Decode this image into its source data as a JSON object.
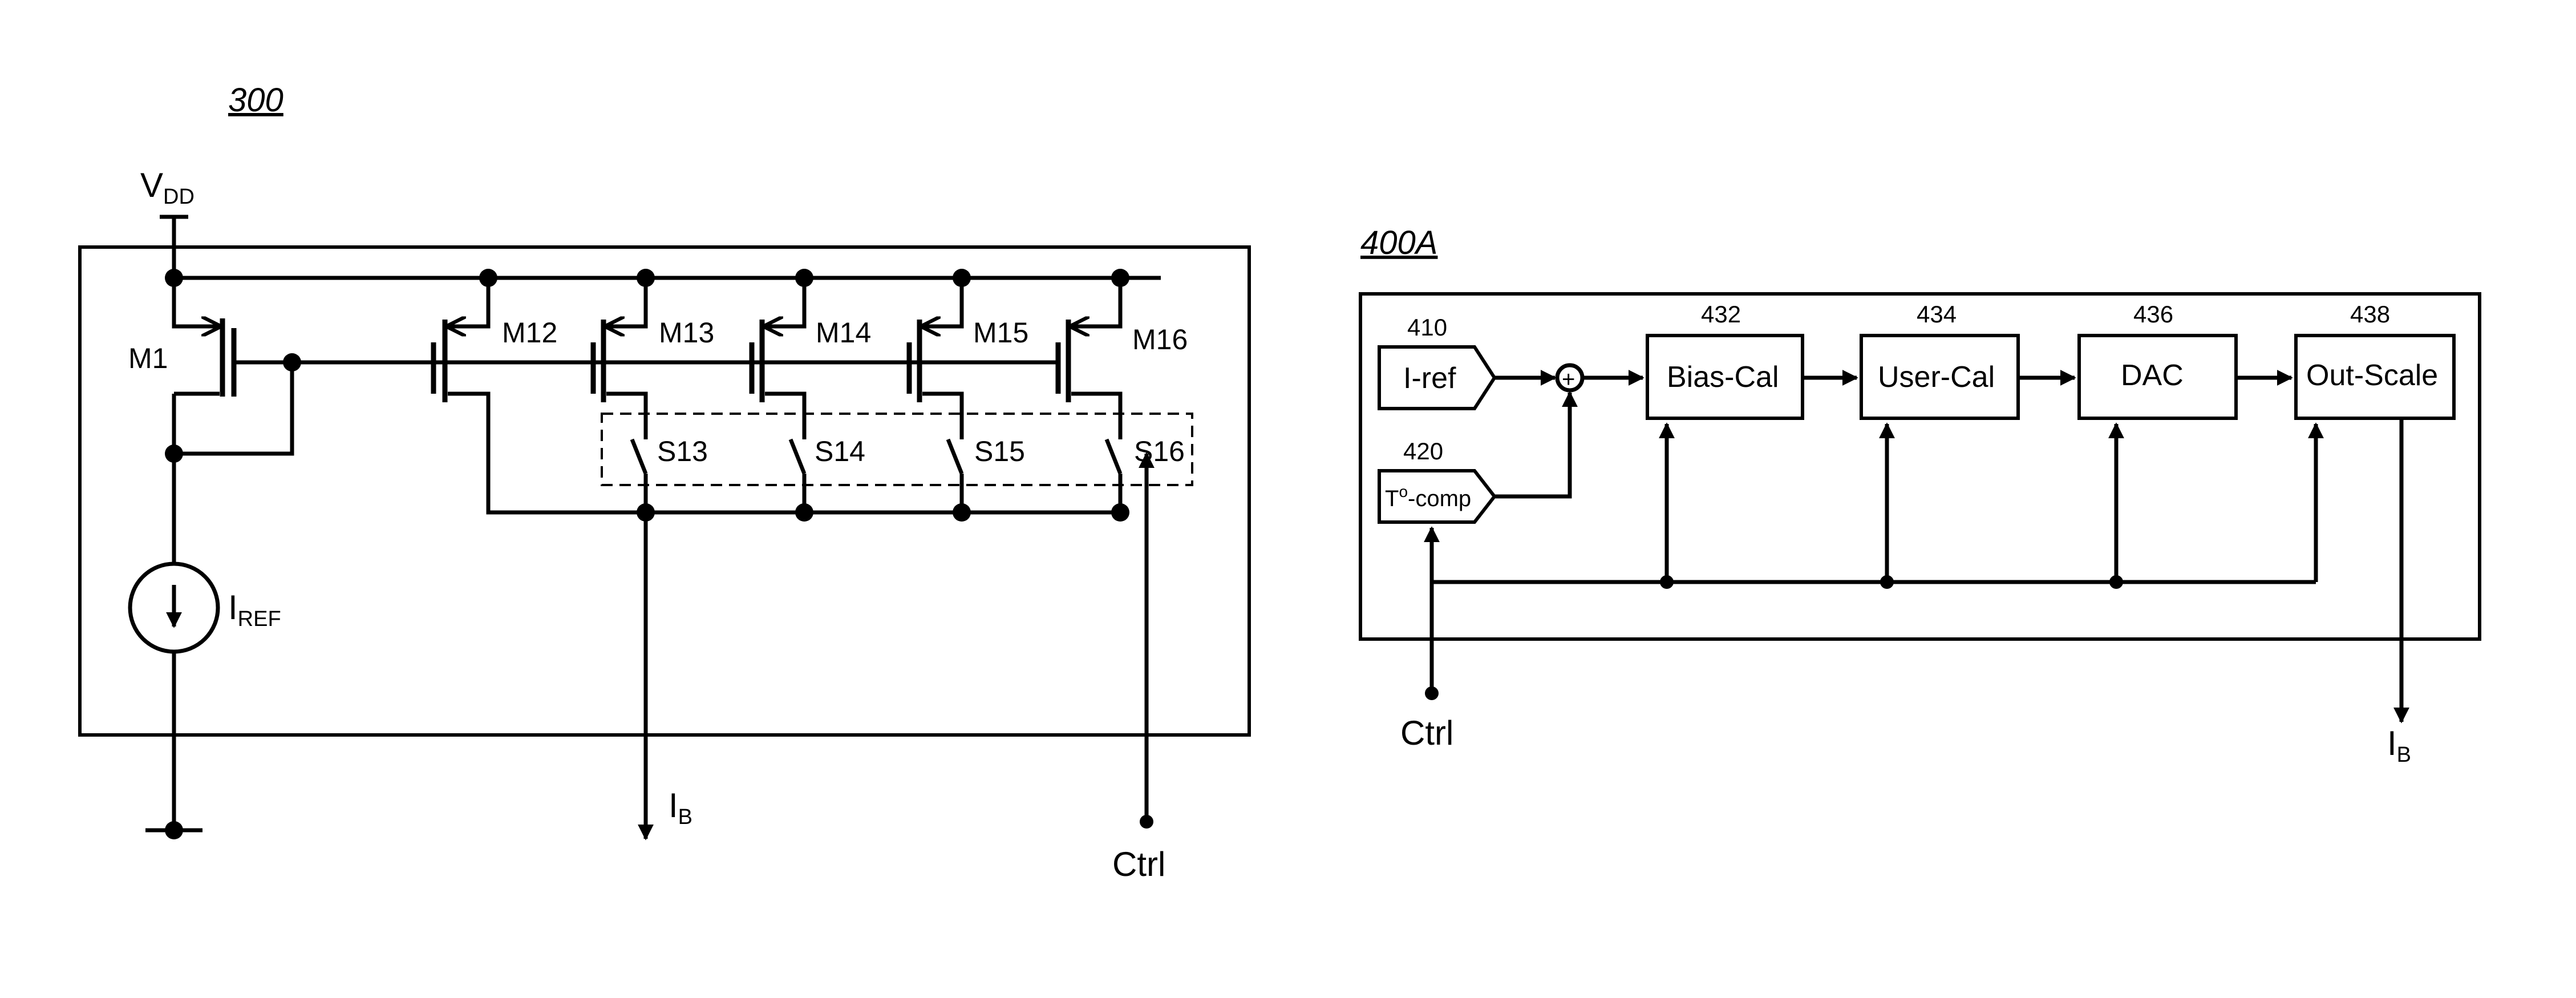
{
  "figure_300": {
    "ref": "300",
    "vdd_main": "V",
    "vdd_sub": "DD",
    "m1": "M1",
    "m12": "M12",
    "m13": "M13",
    "m14": "M14",
    "m15": "M15",
    "m16": "M16",
    "s13": "S13",
    "s14": "S14",
    "s15": "S15",
    "s16": "S16",
    "iref_main": "I",
    "iref_sub": "REF",
    "ib_main": "I",
    "ib_sub": "B",
    "ctrl": "Ctrl"
  },
  "figure_400a": {
    "ref": "400A",
    "iref_ref": "410",
    "iref_label": "I-ref",
    "tcomp_ref": "420",
    "tcomp_main": "T",
    "tcomp_deg": "o",
    "tcomp_rest": "-comp",
    "biascal_ref": "432",
    "biascal_label": "Bias-Cal",
    "usercal_ref": "434",
    "usercal_label": "User-Cal",
    "dac_ref": "436",
    "dac_label": "DAC",
    "outscale_ref": "438",
    "outscale_label": "Out-Scale",
    "summer_symbol": "+",
    "ctrl": "Ctrl",
    "ib_main": "I",
    "ib_sub": "B"
  }
}
